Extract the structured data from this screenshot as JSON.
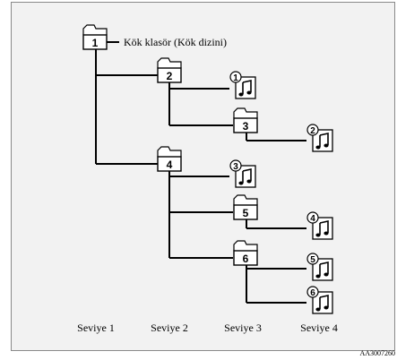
{
  "root": {
    "number": "1",
    "label": "Kök klasör (Kök dizini)"
  },
  "folders": [
    {
      "number": "2"
    },
    {
      "number": "3"
    },
    {
      "number": "4"
    },
    {
      "number": "5"
    },
    {
      "number": "6"
    }
  ],
  "files": [
    {
      "number": "1"
    },
    {
      "number": "2"
    },
    {
      "number": "3"
    },
    {
      "number": "4"
    },
    {
      "number": "5"
    },
    {
      "number": "6"
    }
  ],
  "levels": [
    "Seviye 1",
    "Seviye 2",
    "Seviye 3",
    "Seviye 4"
  ],
  "code": "AA3007260"
}
